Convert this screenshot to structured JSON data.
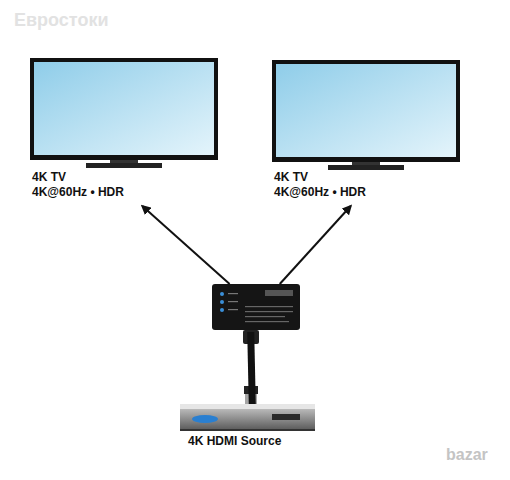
{
  "diagram": {
    "nodes": [
      {
        "text": [
          "4K TV",
          "4K@60Hz • HDR"
        ]
      },
      {
        "text": [
          "4K TV",
          "4K@60Hz • HDR"
        ]
      },
      {
        "text": []
      },
      {
        "text": [
          "4K HDMI Source"
        ]
      }
    ],
    "edges": [
      {
        "from": 2,
        "to": 0,
        "arrow": "to"
      },
      {
        "from": 2,
        "to": 1,
        "arrow": "to"
      },
      {
        "from": 3,
        "to": 2,
        "arrow": "none"
      }
    ],
    "labels": [
      "Евростоки",
      "bazar"
    ]
  }
}
